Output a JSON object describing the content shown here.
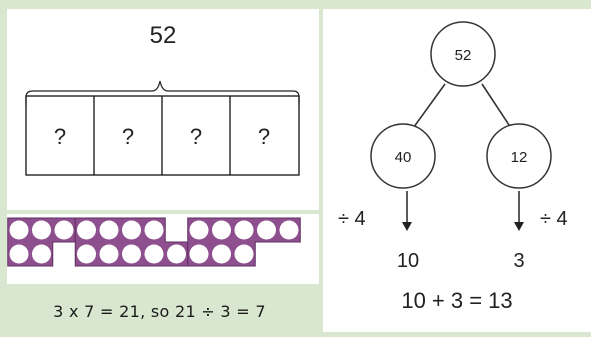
{
  "bar_model": {
    "total": "52",
    "parts": [
      "?",
      "?",
      "?",
      "?"
    ]
  },
  "tens_frames": {
    "counter_color": "#8e4f8f",
    "groups": [
      {
        "top_row": 3,
        "bottom_row": 2
      },
      {
        "top_row": 4,
        "bottom_row": 5
      },
      {
        "top_row": 5,
        "bottom_row": 3
      }
    ]
  },
  "equation": "3 x 7 = 21, so  21 ÷ 3 = 7",
  "part_whole": {
    "whole": "52",
    "left_part": "40",
    "right_part": "12",
    "left_operation": "÷ 4",
    "right_operation": "÷ 4",
    "left_result": "10",
    "right_result": "3",
    "final_sum": "10 + 3 = 13"
  }
}
